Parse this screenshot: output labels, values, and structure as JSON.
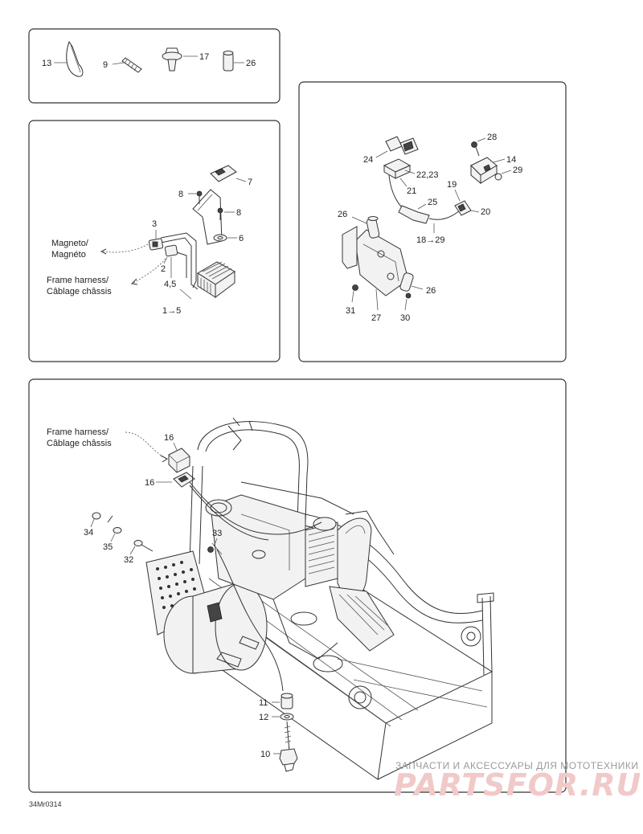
{
  "diagram": {
    "drawing_code": "34Mr0314",
    "callouts": {
      "p1_13": "13",
      "p1_9": "9",
      "p1_17": "17",
      "p1_26": "26",
      "p2_7": "7",
      "p2_8a": "8",
      "p2_8b": "8",
      "p2_6": "6",
      "p2_3": "3",
      "p2_2": "2",
      "p2_45": "4,5",
      "p2_15": "1→5",
      "p3_28": "28",
      "p3_24": "24",
      "p3_2223": "22,23",
      "p3_21": "21",
      "p3_14": "14",
      "p3_29": "29",
      "p3_19": "19",
      "p3_25": "25",
      "p3_20": "20",
      "p3_26a": "26",
      "p3_1829": "18→29",
      "p3_26b": "26",
      "p3_31": "31",
      "p3_27": "27",
      "p3_30": "30",
      "p4_16a": "16",
      "p4_16b": "16",
      "p4_34": "34",
      "p4_33": "33",
      "p4_35": "35",
      "p4_32": "32",
      "p4_11": "11",
      "p4_12": "12",
      "p4_10": "10"
    },
    "notes": {
      "magneto_en": "Magneto/",
      "magneto_fr": "Magnéto",
      "frame_en": "Frame harness/",
      "frame_fr": "Câblage châssis",
      "frame2_en": "Frame harness/",
      "frame2_fr": "Câblage châssis"
    }
  },
  "watermark": {
    "line1": "ЗАПЧАСТИ И АКСЕССУАРЫ ДЛЯ МОТОТЕХНИКИ",
    "line2": "PARTSFOR.RU"
  }
}
